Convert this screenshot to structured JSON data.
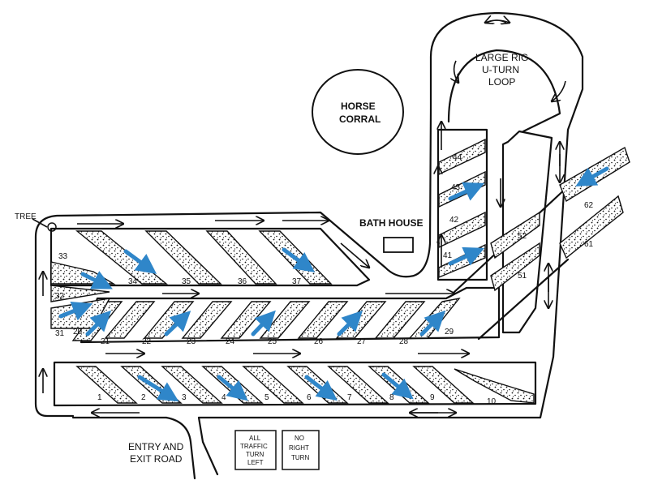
{
  "labels": {
    "tree": "TREE",
    "bath_house": "BATH HOUSE",
    "horse_corral_1": "HORSE",
    "horse_corral_2": "CORRAL",
    "uturn_1": "LARGE RIG",
    "uturn_2": "U-TURN",
    "uturn_3": "LOOP",
    "entry_1": "ENTRY AND",
    "entry_2": "EXIT ROAD"
  },
  "signs": {
    "all_traffic_1": "ALL",
    "all_traffic_2": "TRAFFIC",
    "all_traffic_3": "TURN",
    "all_traffic_4": "LEFT",
    "no_right_1": "NO",
    "no_right_2": "RIGHT",
    "no_right_3": "TURN"
  },
  "sites": {
    "bottom_row": [
      "1",
      "2",
      "3",
      "4",
      "5",
      "6",
      "7",
      "8",
      "9",
      "10"
    ],
    "middle_row": [
      "20",
      "21",
      "22",
      "23",
      "24",
      "25",
      "26",
      "27",
      "28",
      "29"
    ],
    "upper_row": [
      "34",
      "35",
      "36",
      "37"
    ],
    "left_fan": [
      "31",
      "32",
      "33"
    ],
    "loop_sites": [
      "41",
      "42",
      "43",
      "44"
    ],
    "east_sites": [
      "51",
      "52",
      "61",
      "62"
    ]
  },
  "colors": {
    "arrow_blue": "#2f86c9",
    "ink": "#111111"
  }
}
